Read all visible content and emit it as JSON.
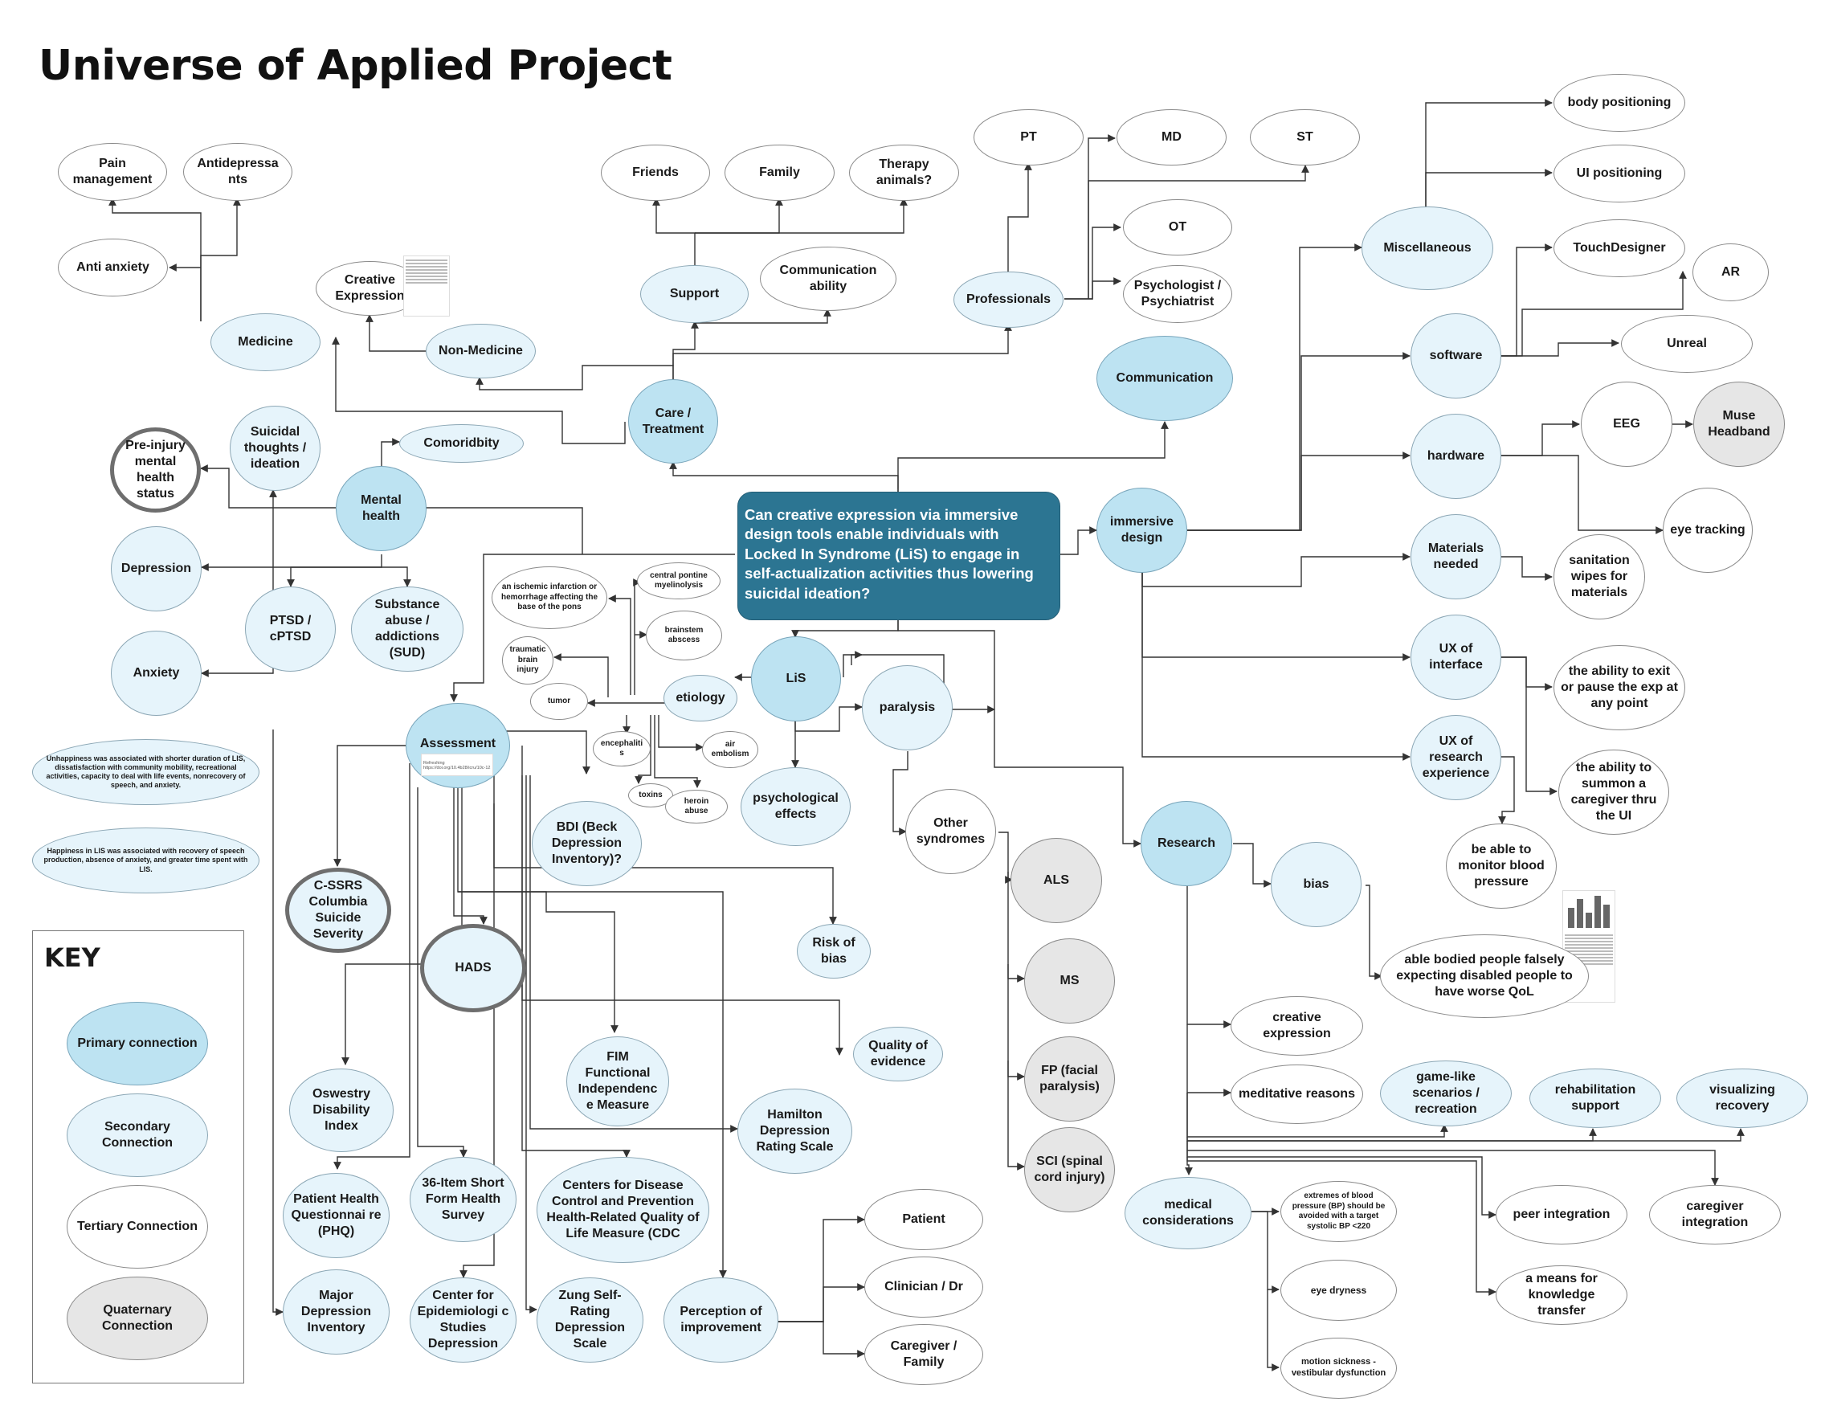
{
  "title": "Universe of Applied Project",
  "center_question": "Can creative expression via immersive design tools enable individuals with Locked In Syndrome (LiS) to engage in self-actualization activities thus lowering suicidal ideation?",
  "key": {
    "title": "KEY",
    "items": [
      "Primary connection",
      "Secondary Connection",
      "Tertiary Connection",
      "Quaternary Connection"
    ]
  },
  "nodes": {
    "pain_management": "Pain management",
    "antidepressants": "Antidepressa nts",
    "anti_anxiety": "Anti anxiety",
    "medicine": "Medicine",
    "creative_expression_top": "Creative Expression",
    "non_medicine": "Non-Medicine",
    "friends": "Friends",
    "family": "Family",
    "therapy_animals": "Therapy animals?",
    "support": "Support",
    "communication_ability": "Communication ability",
    "care_treatment": "Care / Treatment",
    "pt": "PT",
    "md": "MD",
    "st": "ST",
    "ot": "OT",
    "psychologist": "Psychologist / Psychiatrist",
    "professionals": "Professionals",
    "communication": "Communication",
    "body_positioning": "body positioning",
    "ui_positioning": "UI positioning",
    "miscellaneous": "Miscellaneous",
    "touchdesigner": "TouchDesigner",
    "ar": "AR",
    "unreal": "Unreal",
    "software": "software",
    "hardware": "hardware",
    "eeg": "EEG",
    "muse_headband": "Muse Headband",
    "eye_tracking": "eye tracking",
    "immersive_design": "immersive design",
    "materials_needed": "Materials needed",
    "sanitation_wipes": "sanitation wipes for materials",
    "ux_interface": "UX of interface",
    "exit_pause": "the ability to exit or pause the exp at any point",
    "ux_research": "UX of research experience",
    "summon_caregiver": "the ability to summon a caregiver thru the UI",
    "monitor_bp": "be able to monitor blood pressure",
    "pre_injury": "Pre-injury mental health status",
    "suicidal_thoughts": "Suicidal thoughts / ideation",
    "comorbidity": "Comoridbity",
    "mental_health": "Mental health",
    "depression": "Depression",
    "anxiety": "Anxiety",
    "ptsd": "PTSD / cPTSD",
    "substance_abuse": "Substance abuse / addictions (SUD)",
    "ischemic": "an ischemic infarction or hemorrhage affecting the base of the pons",
    "central_pontine": "central pontine myelinolysis",
    "brainstem_abscess": "brainstem abscess",
    "tbi": "traumatic brain injury",
    "tumor": "tumor",
    "etiology": "etiology",
    "encephalitis": "encephalitis",
    "air_embolism": "air embolism",
    "toxins": "toxins",
    "heroin_abuse": "heroin abuse",
    "lis": "LiS",
    "paralysis": "paralysis",
    "psychological_effects": "psychological effects",
    "other_syndromes": "Other syndromes",
    "als": "ALS",
    "ms": "MS",
    "fp": "FP (facial paralysis)",
    "sci": "SCI (spinal cord injury)",
    "unhappiness": "Unhappiness was associated with shorter duration of LIS, dissatisfaction with community mobility, recreational activities, capacity to deal with life events, nonrecovery of speech, and anxiety.",
    "happiness": "Happiness in LIS was associated with recovery of speech production, absence of anxiety, and greater time spent with LIS.",
    "assessment": "Assessment",
    "bdi": "BDI (Beck Depression Inventory)?",
    "cssrs": "C-SSRS Columbia Suicide Severity",
    "hads": "HADS",
    "risk_of_bias": "Risk of bias",
    "quality_of_evidence": "Quality of evidence",
    "fim": "FIM Functional Independenc e Measure",
    "hamilton": "Hamilton Depression Rating Scale",
    "oswestry": "Oswestry Disability Index",
    "phq": "Patient Health Questionnai re (PHQ)",
    "sf36": "36-Item Short Form Health Survey",
    "cdc": "Centers for Disease Control and Prevention Health-Related Quality of Life Measure (CDC",
    "major_depression": "Major Depression Inventory",
    "cesd": "Center for Epidemiologi c Studies Depression",
    "zung": "Zung Self-Rating Depression Scale",
    "perception": "Perception of improvement",
    "patient": "Patient",
    "clinician": "Clinician / Dr",
    "caregiver_family": "Caregiver / Family",
    "research": "Research",
    "bias": "bias",
    "able_bodied": "able bodied people falsely expecting disabled people to have worse QoL",
    "creative_expression_res": "creative expression",
    "meditative": "meditative reasons",
    "game_like": "game-like scenarios / recreation",
    "rehab_support": "rehabilitation support",
    "visualizing": "visualizing recovery",
    "medical_considerations": "medical considerations",
    "bp_extremes": "extremes of blood pressure (BP) should be avoided with a target systolic BP <220",
    "eye_dryness": "eye dryness",
    "motion_sickness": "motion sickness - vestibular dysfunction",
    "peer_integration": "peer integration",
    "caregiver_integration": "caregiver integration",
    "knowledge_transfer": "a means for knowledge transfer"
  },
  "thumbnails": {
    "assessment_link": "https://doi.org/10.4b28/icru/10c-12",
    "assessment_tag": "Refreshing"
  },
  "colors": {
    "primary": "#bde3f2",
    "secondary": "#e6f4fb",
    "tertiary": "#ffffff",
    "quaternary": "#e6e6e6",
    "center": "#2c7592"
  }
}
